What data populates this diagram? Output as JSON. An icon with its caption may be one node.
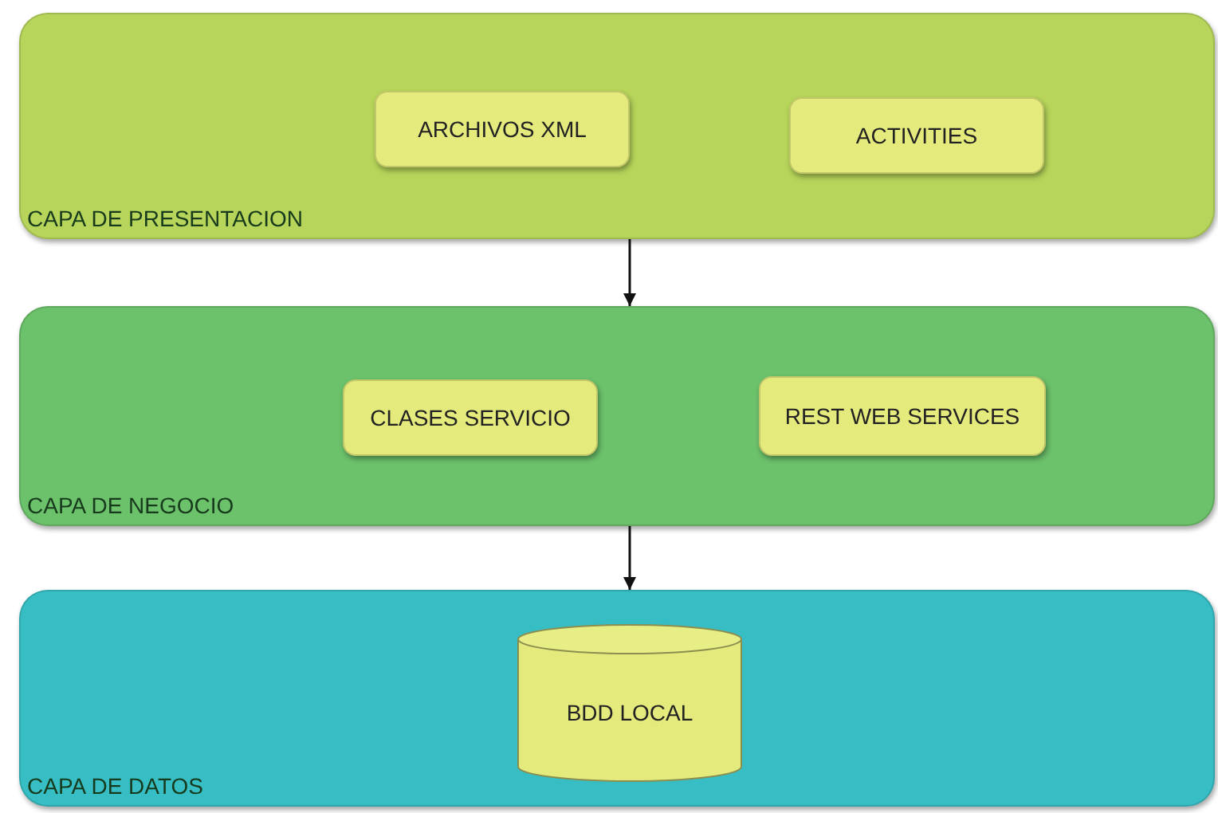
{
  "diagram": {
    "nodes": [
      {
        "text": [
          "CAPA DE PRESENTACION"
        ]
      },
      {
        "text": [
          "ARCHIVOS XML"
        ],
        "in": 0
      },
      {
        "text": [
          "ACTIVITIES"
        ],
        "in": 0
      },
      {
        "text": [
          "CAPA DE NEGOCIO"
        ]
      },
      {
        "text": [
          "CLASES SERVICIO"
        ],
        "in": 3
      },
      {
        "text": [
          "REST WEB SERVICES"
        ],
        "in": 3
      },
      {
        "text": [
          "CAPA DE DATOS"
        ]
      },
      {
        "text": [
          "BDD LOCAL"
        ],
        "in": 6
      }
    ],
    "edges": [
      {
        "from": 0,
        "to": 3,
        "arrow": "to"
      },
      {
        "from": 3,
        "to": 6,
        "arrow": "to"
      }
    ]
  }
}
